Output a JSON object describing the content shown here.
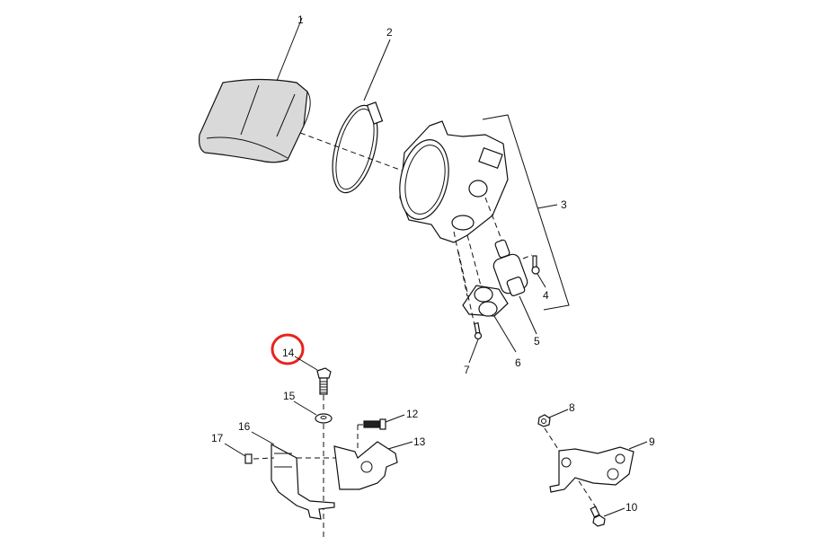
{
  "diagram": {
    "callouts": [
      {
        "id": "1",
        "text": "1"
      },
      {
        "id": "2",
        "text": "2"
      },
      {
        "id": "3",
        "text": "3"
      },
      {
        "id": "4",
        "text": "4"
      },
      {
        "id": "5",
        "text": "5"
      },
      {
        "id": "6",
        "text": "6"
      },
      {
        "id": "7",
        "text": "7"
      },
      {
        "id": "8",
        "text": "8"
      },
      {
        "id": "9",
        "text": "9"
      },
      {
        "id": "10",
        "text": "10"
      },
      {
        "id": "12",
        "text": "12"
      },
      {
        "id": "13",
        "text": "13"
      },
      {
        "id": "14",
        "text": "14"
      },
      {
        "id": "15",
        "text": "15"
      },
      {
        "id": "16",
        "text": "16"
      },
      {
        "id": "17",
        "text": "17"
      }
    ],
    "highlighted_callout": "14",
    "highlight_color": "#e8231a",
    "cover_fill": "#d9d9d9"
  }
}
